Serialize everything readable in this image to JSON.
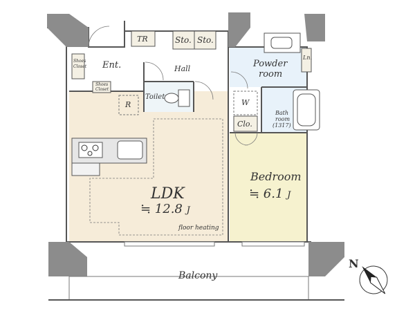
{
  "rooms": {
    "ldk": {
      "name": "LDK",
      "size": "≒ 12.8",
      "unit": "J",
      "note": "floor heating"
    },
    "bedroom": {
      "name": "Bedroom",
      "size": "≒ 6.1",
      "unit": "J"
    },
    "entrance": "Ent.",
    "hall": "Hall",
    "toilet": "Toilet",
    "powder_room": [
      "Powder",
      "room"
    ],
    "bath_room": [
      "Bath",
      "room",
      "(1317)"
    ],
    "balcony": "Balcony"
  },
  "storage": {
    "tr": "TR",
    "sto1": "Sto.",
    "sto2": "Sto.",
    "shoes_closet_1": [
      "Shoes",
      "Closet"
    ],
    "shoes_closet_2": [
      "Shoes",
      "Closet"
    ],
    "clo": "Clo.",
    "w": "W",
    "r": "R",
    "ln": "Ln."
  },
  "compass": {
    "label": "N"
  },
  "colors": {
    "ldk_floor": "#f6ecd9",
    "bedroom_floor": "#f6f2cf",
    "wet_area": "#e8f2fa",
    "pillar": "#8c8c8c",
    "wall": "#555555"
  }
}
